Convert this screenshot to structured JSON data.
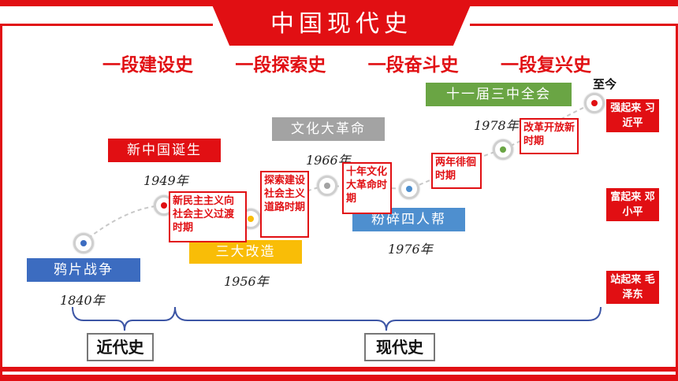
{
  "title": "中国现代史",
  "subtitle": [
    "一段建设史",
    "一段探索史",
    "一段奋斗史",
    "一段复兴史"
  ],
  "events": {
    "opium_war": {
      "label": "鸦片战争",
      "year": "1840年"
    },
    "new_china": {
      "label": "新中国诞生",
      "year": "1949年"
    },
    "three_reforms": {
      "label": "三大改造",
      "year": "1956年"
    },
    "cultural_revolution": {
      "label": "文化大革命",
      "year": "1966年"
    },
    "gang_of_four": {
      "label": "粉碎四人帮",
      "year": "1976年"
    },
    "third_plenum": {
      "label": "十一届三中全会",
      "year": "1978年"
    },
    "now": {
      "label": "至今"
    }
  },
  "periods": {
    "transition": "新民主主义向社会主义过渡时期",
    "exploration": "探索建设社会主义道路时期",
    "ten_years": "十年文化大革命时期",
    "two_years": "两年徘徊时期",
    "reform": "改革开放新时期"
  },
  "side_labels": {
    "strong": "强起来 习近平",
    "rich": "富起来 邓小平",
    "standup": "站起来 毛泽东"
  },
  "eras": {
    "modern": "近代史",
    "contemporary": "现代史"
  },
  "colors": {
    "accent": "#e10f13",
    "blue": "#3c6cc0",
    "yellow": "#f9bd07",
    "gray": "#a3a3a3",
    "green": "#6aa544",
    "light_blue": "#4e8fcf"
  }
}
